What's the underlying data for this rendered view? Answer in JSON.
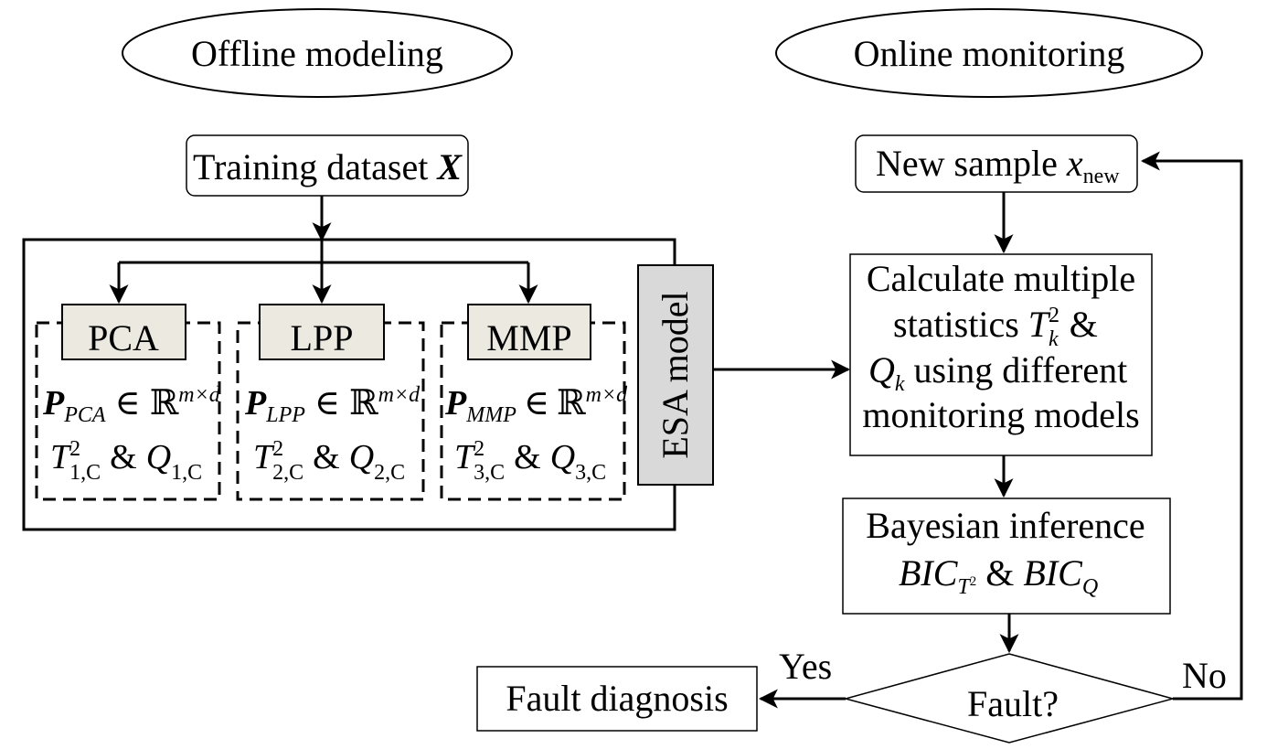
{
  "offline": {
    "title": "Offline modeling"
  },
  "online": {
    "title": "Online monitoring"
  },
  "training": {
    "label": "Training dataset",
    "symbol": "X"
  },
  "models": [
    {
      "name": "PCA",
      "proj_sub": "PCA",
      "stat_index": "1,C"
    },
    {
      "name": "LPP",
      "proj_sub": "LPP",
      "stat_index": "2,C"
    },
    {
      "name": "MMP",
      "proj_sub": "MMP",
      "stat_index": "3,C"
    }
  ],
  "math": {
    "proj_symbol": "P",
    "element_of": "∈",
    "reals": "ℝ",
    "dims": "m×d",
    "t_symbol": "T",
    "square": "2",
    "and": "&",
    "q_symbol": "Q"
  },
  "esa": {
    "label": "ESA model"
  },
  "new_sample": {
    "label": "New sample",
    "var": "x",
    "sub": "new"
  },
  "calculate": {
    "line1": "Calculate multiple",
    "line2": "statistics",
    "k": "k",
    "line3_tail": "using different",
    "line4": "monitoring models"
  },
  "bayes": {
    "line1": "Bayesian inference",
    "bic": "BIC",
    "sub_t": "T",
    "sub_t_sup": "2",
    "sub_q": "Q"
  },
  "decision": {
    "label": "Fault?",
    "yes": "Yes",
    "no": "No"
  },
  "fault_diagnosis": {
    "label": "Fault diagnosis"
  }
}
